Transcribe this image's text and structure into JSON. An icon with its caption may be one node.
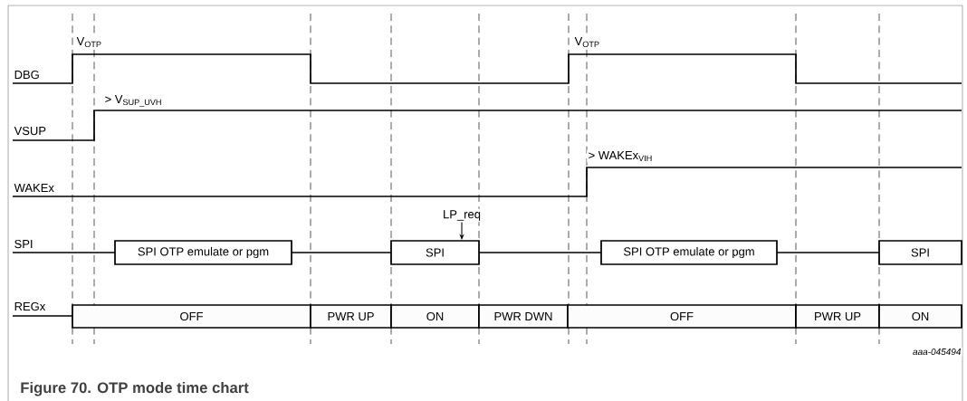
{
  "diagram": {
    "caption": "Figure 70. OTP mode time chart",
    "nodes": [
      {
        "text": [
          "LP_req"
        ]
      },
      {
        "text": [
          "SPI OTP emulate or pgm"
        ]
      },
      {
        "text": [
          "SPI"
        ]
      },
      {
        "text": [
          "SPI OTP emulate or pgm"
        ]
      },
      {
        "text": [
          "SPI"
        ]
      },
      {
        "text": [
          "OFF"
        ]
      },
      {
        "text": [
          "PWR UP"
        ]
      },
      {
        "text": [
          "ON"
        ]
      },
      {
        "text": [
          "PWR DWN"
        ]
      },
      {
        "text": [
          "OFF"
        ]
      },
      {
        "text": [
          "PWR UP"
        ]
      },
      {
        "text": [
          "ON"
        ]
      }
    ],
    "edges": [
      {
        "from": 0,
        "to": 2,
        "arrow": "to"
      }
    ],
    "labels": [
      "V$_{OTP}$",
      "V$_{OTP}$",
      "DBG",
      "> V$_{SUP_UVH}$",
      "VSUP",
      "> WAKEx$_{VIH}$",
      "WAKEx",
      "SPI",
      "REGx",
      "aaa-045494"
    ]
  }
}
